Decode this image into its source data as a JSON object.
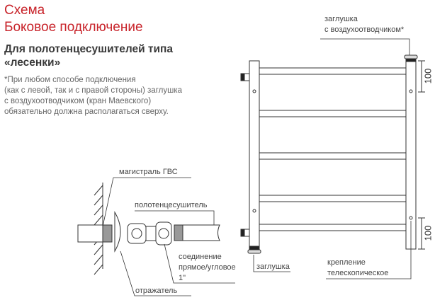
{
  "header": {
    "title": "Схема",
    "subtitle": "Боковое подключение",
    "type_line1": "Для полотенцесушителей типа",
    "type_line2": "«лесенки»"
  },
  "note": {
    "lines": [
      "*При любом способе подключения",
      "(как с левой, так и с правой стороны) заглушка",
      "с воздухоотводчиком (кран Маевского)",
      "обязательно должна располагаться сверху."
    ]
  },
  "labels": {
    "air_vent_line1": "заглушка",
    "air_vent_line2": "с воздухоотводчиком*",
    "main_line": "магистраль ГВС",
    "towel_dryer": "полотенцесушитель",
    "connection_line1": "соединение",
    "connection_line2": "прямое/угловое",
    "connection_line3": "1\"",
    "reflector": "отражатель",
    "plug": "заглушка",
    "mount_line1": "крепление",
    "mount_line2": "телескопическое"
  },
  "dimensions": {
    "top": "100",
    "bottom": "100"
  },
  "colors": {
    "accent": "#c8232a",
    "heading": "#3a3a3a",
    "line": "#333333"
  }
}
